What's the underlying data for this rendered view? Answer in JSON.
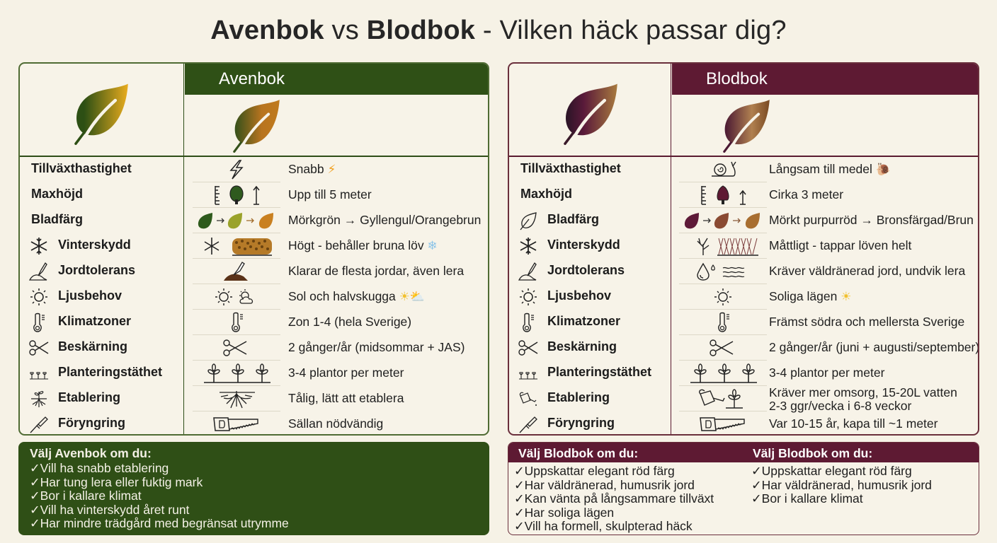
{
  "title": {
    "part1": "Avenbok",
    "part2": " vs ",
    "part3": "Blodbok",
    "part4": " - Vilken häck passar dig?"
  },
  "colors": {
    "avenbok_primary": "#2f5016",
    "blodbok_primary": "#5e1a33",
    "background": "#f6f2e6"
  },
  "avenbok": {
    "name": "Avenbok",
    "rows": [
      {
        "label": "Tillväxthastighet",
        "label_icon": null,
        "value_icon": "lightning-icon",
        "value": "Snabb",
        "emoji": "⚡"
      },
      {
        "label": "Maxhöjd",
        "label_icon": null,
        "value_icon": "height-tree-icon",
        "value": "Upp till 5 meter",
        "emoji": ""
      },
      {
        "label": "Bladfärg",
        "label_icon": null,
        "value_icon": "leaf-color-transition-icon",
        "value": "Mörkgrön → Gyllengul/Orangebrun",
        "emoji": ""
      },
      {
        "label": "Vinterskydd",
        "label_icon": "snowflake-icon",
        "value_icon": "snowflake-hedge-icon",
        "value": "Högt - behåller bruna löv",
        "emoji": "❄"
      },
      {
        "label": "Jordtolerans",
        "label_icon": "trowel-soil-icon",
        "value_icon": "trowel-soil-icon",
        "value": "Klarar de flesta jordar, även lera",
        "emoji": ""
      },
      {
        "label": "Ljusbehov",
        "label_icon": "sun-icon",
        "value_icon": "sun-partly-cloudy-icon",
        "value": "Sol och halvskugga",
        "emoji": "☀⛅"
      },
      {
        "label": "Klimatzoner",
        "label_icon": "thermometer-icon",
        "value_icon": "thermometer-icon",
        "value": "Zon 1-4 (hela Sverige)",
        "emoji": ""
      },
      {
        "label": "Beskärning",
        "label_icon": "scissors-icon",
        "value_icon": "scissors-icon",
        "value": "2 gånger/år (midsommar + JAS)",
        "emoji": ""
      },
      {
        "label": "Planteringstäthet",
        "label_icon": "plants-row-icon",
        "value_icon": "plants-row-icon",
        "value": "3-4 plantor per meter",
        "emoji": ""
      },
      {
        "label": "Etablering",
        "label_icon": "sprout-roots-icon",
        "value_icon": "roots-icon",
        "value": "Tålig, lätt att etablera",
        "emoji": ""
      },
      {
        "label": "Föryngring",
        "label_icon": "pruning-saw-icon",
        "value_icon": "saw-icon",
        "value": "Sällan nödvändig",
        "emoji": ""
      }
    ],
    "choose": {
      "heading": "Välj Avenbok om du:",
      "items": [
        "Vill ha snabb etablering",
        "Har tung lera eller fuktig mark",
        "Bor i kallare klimat",
        "Vill ha vinterskydd året runt",
        "Har mindre trädgård med begränsat utrymme"
      ]
    }
  },
  "blodbok": {
    "name": "Blodbok",
    "rows": [
      {
        "label": "Tillväxthastighet",
        "label_icon": null,
        "value_icon": "snail-icon",
        "value": "Långsam till medel",
        "emoji": "🐌"
      },
      {
        "label": "Maxhöjd",
        "label_icon": null,
        "value_icon": "height-tree-icon",
        "value": "Cirka 3 meter",
        "emoji": ""
      },
      {
        "label": "Bladfärg",
        "label_icon": "leaf-outline-icon",
        "value_icon": "leaf-color-transition-icon",
        "value": "Mörkt purpurröd → Bronsfärgad/Brun",
        "emoji": ""
      },
      {
        "label": "Vinterskydd",
        "label_icon": "snowflake-icon",
        "value_icon": "bare-branches-hedge-icon",
        "value": "Måttligt - tappar löven helt",
        "emoji": ""
      },
      {
        "label": "Jordtolerans",
        "label_icon": "trowel-soil-icon",
        "value_icon": "water-drops-drainage-icon",
        "value": "Kräver väldränerad jord, undvik lera",
        "emoji": ""
      },
      {
        "label": "Ljusbehov",
        "label_icon": "sun-icon",
        "value_icon": "sun-icon",
        "value": "Soliga lägen",
        "emoji": "☀"
      },
      {
        "label": "Klimatzoner",
        "label_icon": "thermometer-icon",
        "value_icon": "thermometer-icon",
        "value": "Främst södra och mellersta Sverige",
        "emoji": ""
      },
      {
        "label": "Beskärning",
        "label_icon": "scissors-icon",
        "value_icon": "scissors-icon",
        "value": "2 gånger/år (juni + augusti/september)",
        "emoji": ""
      },
      {
        "label": "Planteringstäthet",
        "label_icon": "plants-row-icon",
        "value_icon": "plants-row-icon",
        "value": "3-4 plantor per meter",
        "emoji": ""
      },
      {
        "label": "Etablering",
        "label_icon": "watering-can-icon",
        "value_icon": "watering-can-plant-icon",
        "value": "Kräver mer omsorg, 15-20L vatten",
        "value_line2": "2-3 ggr/vecka i 6-8 veckor",
        "emoji": ""
      },
      {
        "label": "Föryngring",
        "label_icon": "pruning-saw-icon",
        "value_icon": "saw-icon",
        "value": "Var 10-15 år, kapa till ~1 meter",
        "emoji": ""
      }
    ],
    "choose": {
      "heading_left": "Välj Blodbok om du:",
      "items_left": [
        "Uppskattar elegant röd färg",
        "Har väldränerad, humusrik jord",
        "Kan vänta på långsammare tillväxt",
        "Har soliga lägen",
        "Vill ha formell, skulpterad häck"
      ],
      "heading_right": "Välj Blodbok om du:",
      "items_right": [
        "Uppskattar elegant röd färg",
        "Har väldränerad, humusrik jord",
        "Bor i kallare klimat"
      ]
    }
  }
}
